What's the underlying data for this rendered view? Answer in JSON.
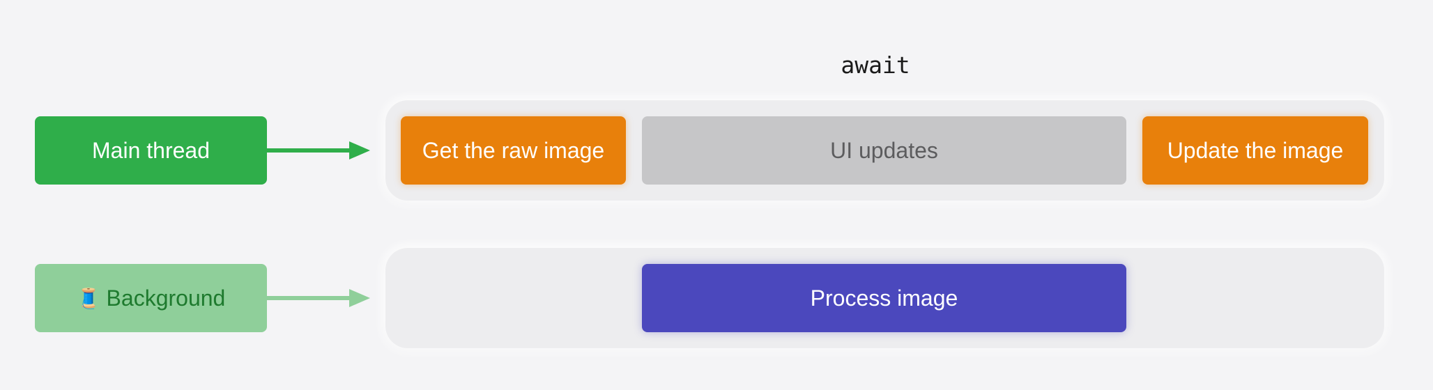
{
  "await_label": "await",
  "lanes": {
    "main": {
      "label": "Main thread",
      "color": "#2fae4a",
      "arrow_color": "#2fae4a"
    },
    "background": {
      "emoji": "🧵",
      "label": "Background",
      "color": "#8fcf9a",
      "text_color": "#1e7a2e",
      "arrow_color": "#8fcf9a"
    }
  },
  "tasks": {
    "get_raw_image": {
      "label": "Get the raw image",
      "color": "#e8800b"
    },
    "ui_updates": {
      "label": "UI updates",
      "color": "#c6c6c8",
      "text_color": "#5c5c5e"
    },
    "update_image": {
      "label": "Update the image",
      "color": "#e8800b"
    },
    "process_image": {
      "label": "Process image",
      "color": "#4b48bd"
    }
  }
}
